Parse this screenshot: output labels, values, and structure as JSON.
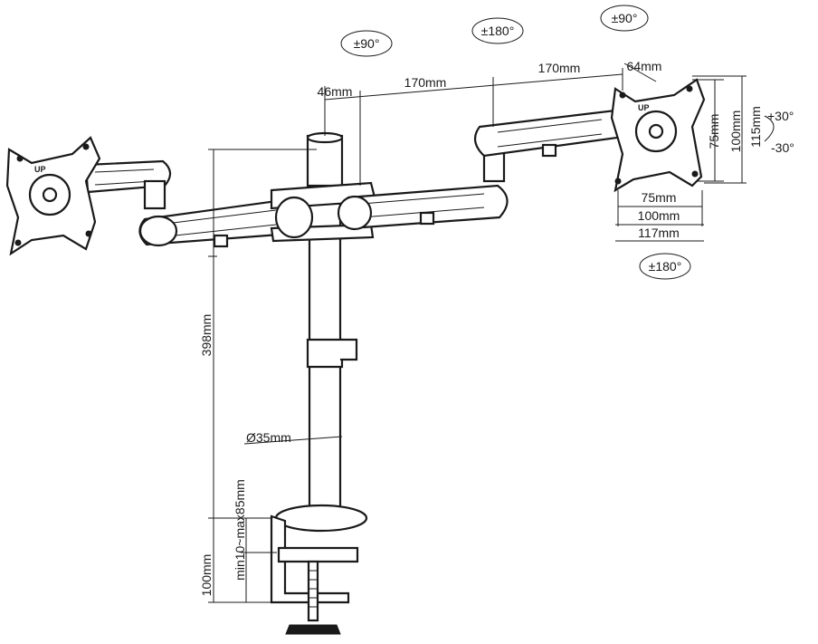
{
  "rotation_labels": {
    "top_left": "±90°",
    "top_center": "±180°",
    "top_right": "±90°",
    "bottom_right": "±180°"
  },
  "tilt_labels": {
    "up": "+30°",
    "down": "-30°"
  },
  "top_dimensions": {
    "pole_offset": "46mm",
    "arm_1": "170mm",
    "arm_2": "170mm",
    "plate_depth": "64mm"
  },
  "vesa_vertical": {
    "inner": "75mm",
    "middle": "100mm",
    "outer": "115mm"
  },
  "vesa_horizontal": {
    "inner": "75mm",
    "middle": "100mm",
    "outer": "117mm"
  },
  "pole": {
    "height": "398mm",
    "diameter": "Ø35mm"
  },
  "clamp": {
    "desk_thickness": "min10~max85mm",
    "depth": "100mm"
  },
  "plate_marking": "UP"
}
